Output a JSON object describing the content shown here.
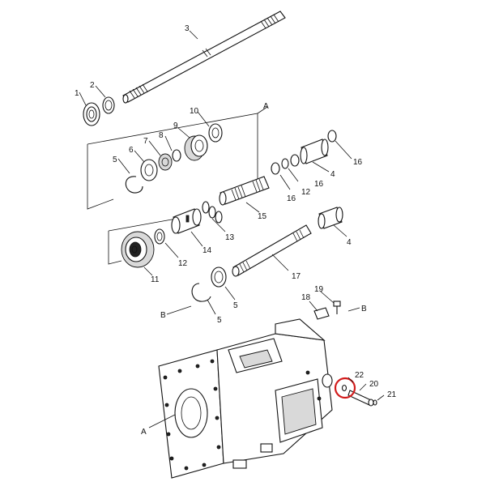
{
  "diagram": {
    "labels": {
      "p1": "1",
      "p2": "2",
      "p3": "3",
      "p4a": "4",
      "p4b": "4",
      "p5a": "5",
      "p5b": "5",
      "p6": "6",
      "p7": "7",
      "p8": "8",
      "p9": "9",
      "p10": "10",
      "p11": "11",
      "p12a": "12",
      "p12b": "12",
      "p13": "13",
      "p14": "14",
      "p15": "15",
      "p16a": "16",
      "p16b": "16",
      "p17": "17",
      "p18": "18",
      "p19": "19",
      "p20": "20",
      "p21": "21",
      "p22": "22",
      "refA1": "A",
      "refA2": "A",
      "refB1": "B",
      "refB2": "B"
    },
    "highlight_color": "#d21c1c"
  }
}
